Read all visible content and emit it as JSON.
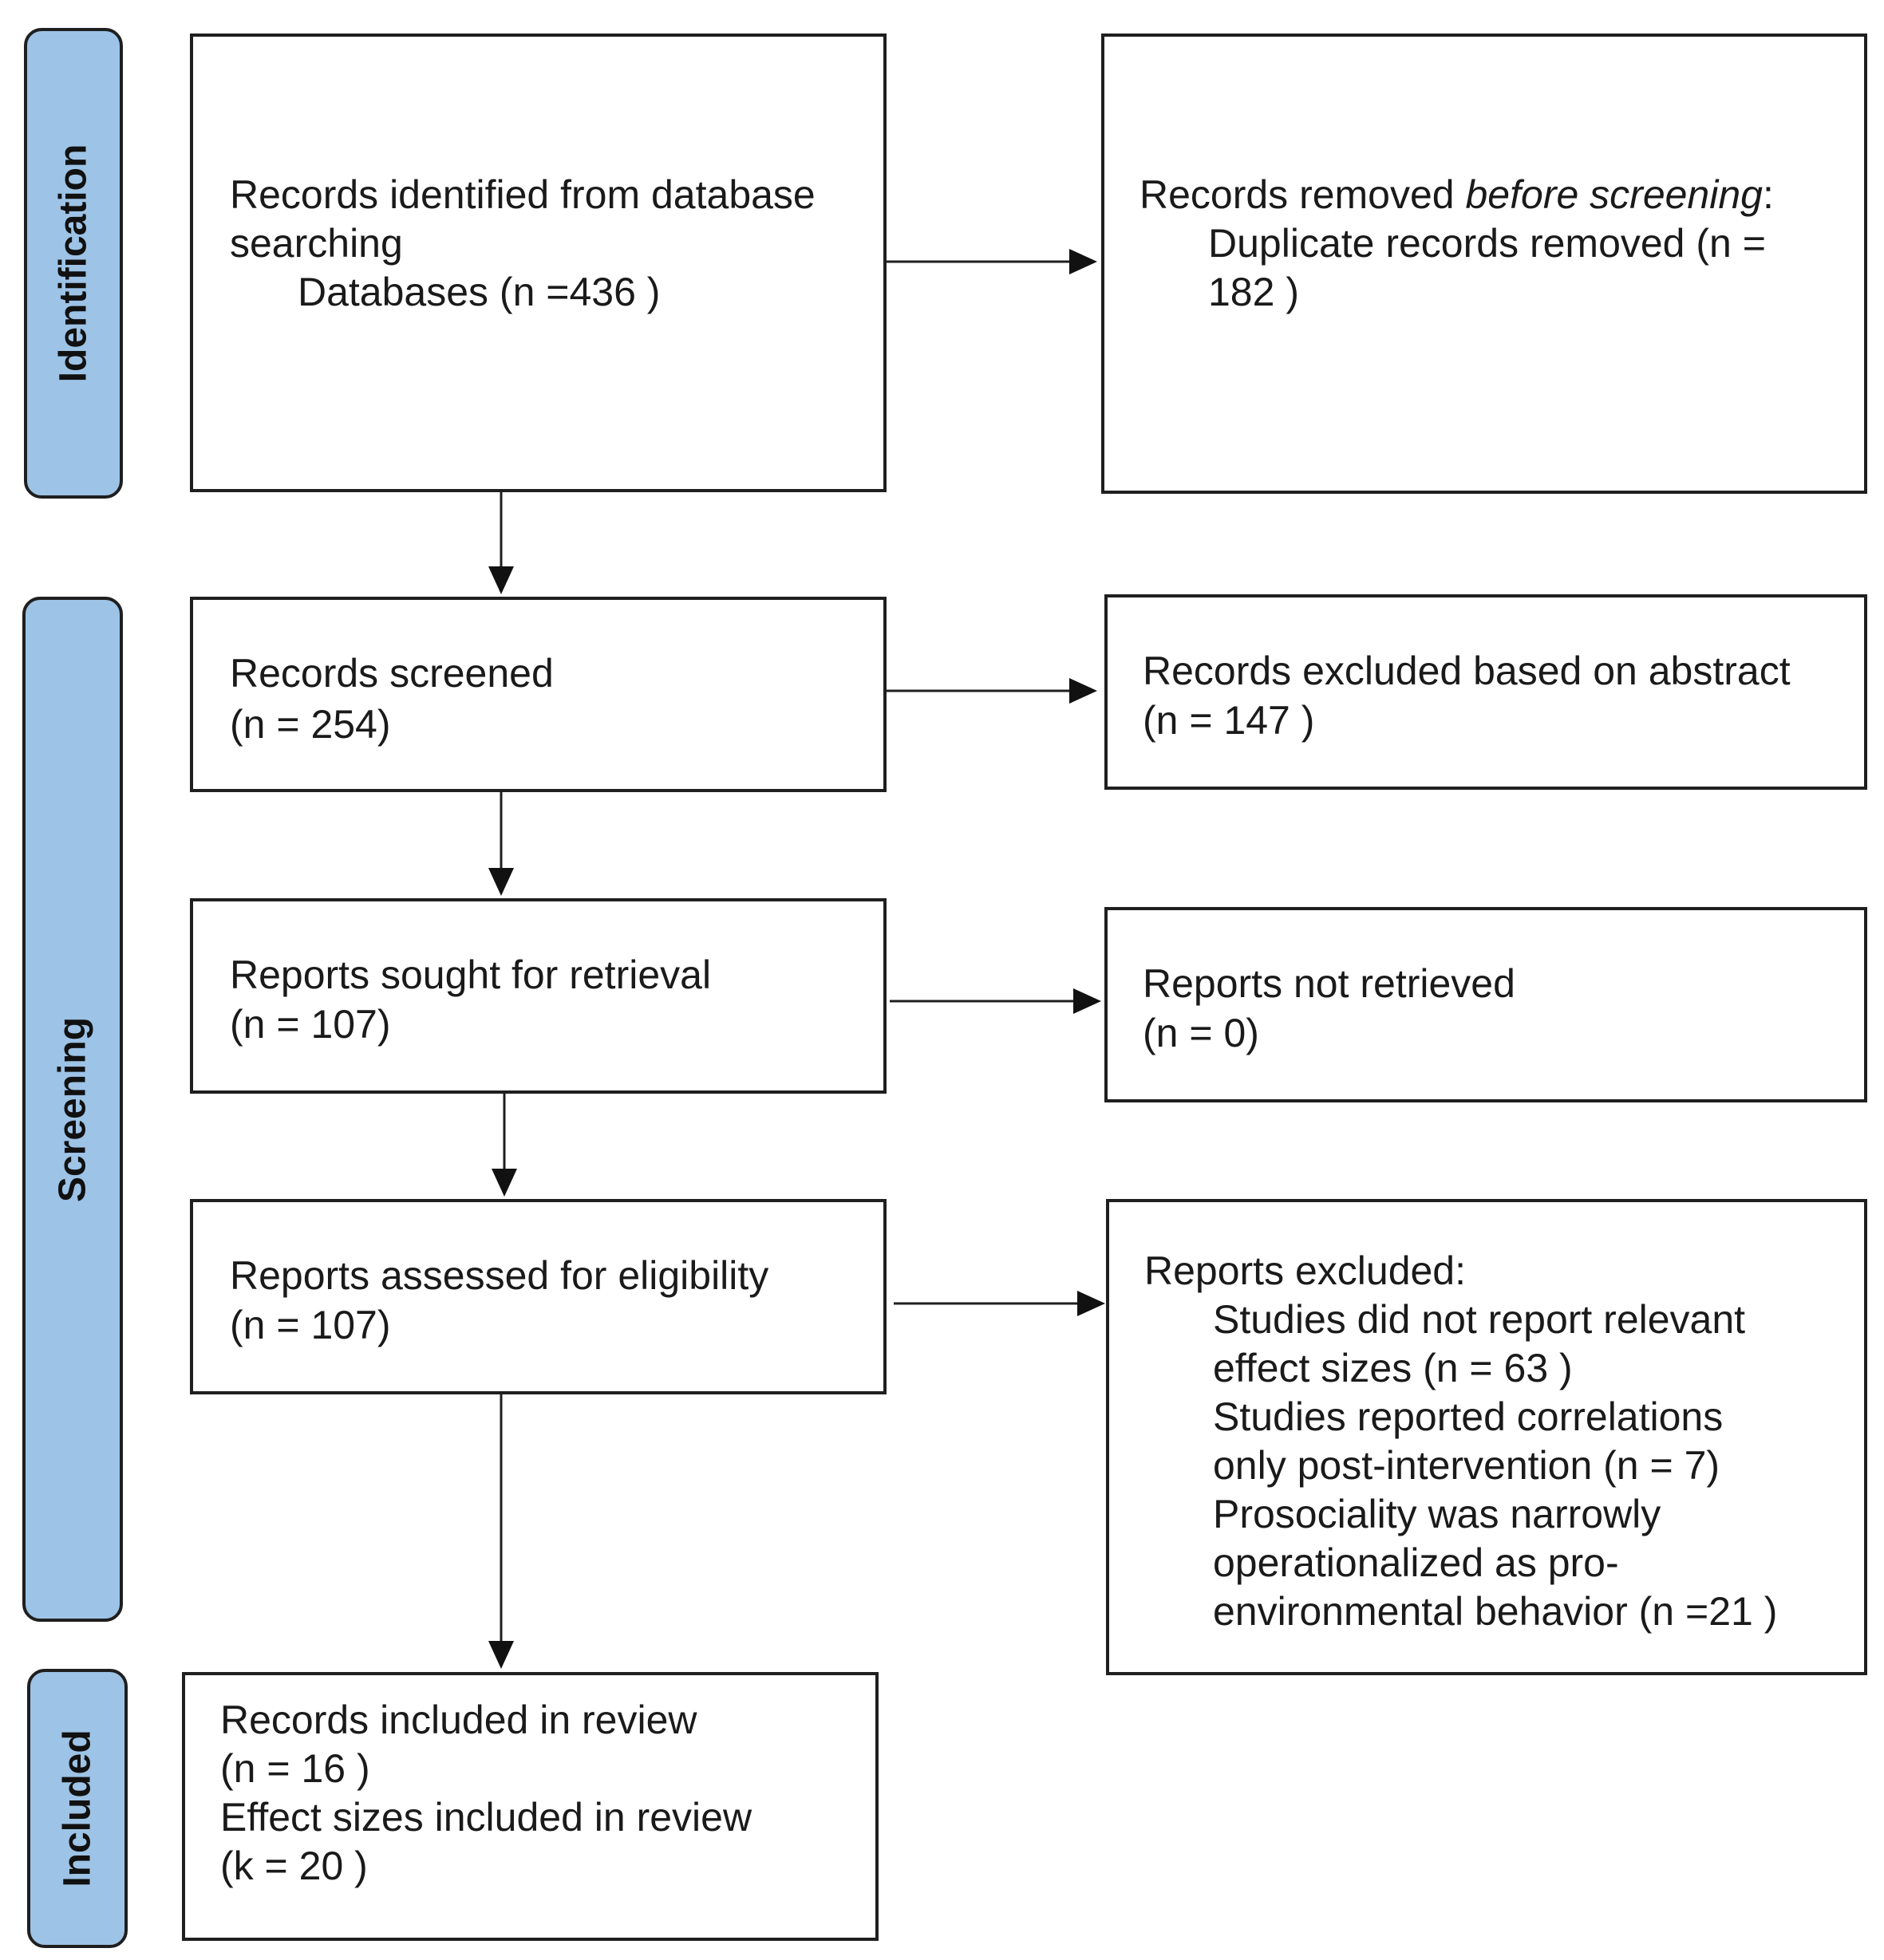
{
  "phases": {
    "identification": "Identification",
    "screening": "Screening",
    "included": "Included"
  },
  "identification_box": {
    "line1": "Records identified from database",
    "line2": "searching",
    "line3": "Databases (n =436 )"
  },
  "removed_box": {
    "line1_prefix": "Records removed ",
    "line1_emph": "before screening",
    "line1_suffix": ":",
    "line2": "Duplicate records removed  (n =",
    "line3": "182 )"
  },
  "screened_box": {
    "line1": "Records screened",
    "line2": "(n = 254)"
  },
  "excluded_abstract_box": {
    "line1": "Records excluded based on abstract",
    "line2": "(n = 147 )"
  },
  "sought_box": {
    "line1": "Reports sought for retrieval",
    "line2": "(n = 107)"
  },
  "not_retrieved_box": {
    "line1": "Reports not retrieved",
    "line2": "(n = 0)"
  },
  "eligibility_box": {
    "line1": "Reports assessed for eligibility",
    "line2": "(n = 107)"
  },
  "reports_excluded_box": {
    "line1": "Reports excluded:",
    "line2": "Studies did not report relevant",
    "line3": "effect sizes (n = 63 )",
    "line4": "Studies reported correlations",
    "line5": "only post-intervention (n = 7)",
    "line6": "Prosociality was narrowly",
    "line7": "operationalized as pro-",
    "line8": "environmental behavior (n =21 )"
  },
  "included_box": {
    "line1": "Records included in review",
    "line2": "(n = 16 )",
    "line3": "Effect sizes included in review",
    "line4": "(k = 20 )"
  }
}
